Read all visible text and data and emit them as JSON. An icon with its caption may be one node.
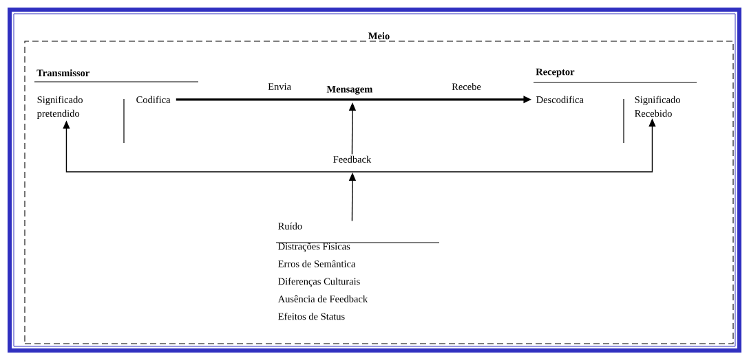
{
  "diagram": {
    "nodes": [
      {
        "text": [
          "Meio"
        ]
      },
      {
        "text": [
          "Significado pretendido"
        ],
        "in": 0
      },
      {
        "text": [
          "Codifica"
        ],
        "in": 0
      },
      {
        "text": [
          "Descodifica"
        ],
        "in": 0
      },
      {
        "text": [
          "Significado Recebido"
        ],
        "in": 0
      },
      {
        "text": [
          "Feedback"
        ],
        "in": 0
      },
      {
        "text": [
          "Ruído",
          "Distrações Físicas",
          "Erros de Semântica",
          "Diferenças Culturais",
          "Ausência de Feedback",
          "Efeitos de Status"
        ],
        "in": 0
      }
    ],
    "edges": [
      {
        "from": 2,
        "to": 3,
        "arrow": "to",
        "style": "thick",
        "label": "Mensagem"
      },
      {
        "from": 5,
        "to": null,
        "arrow": "to"
      },
      {
        "from": 1,
        "to": 4,
        "arrow": "both"
      },
      {
        "from": 6,
        "to": 5,
        "arrow": "to"
      }
    ],
    "labels": [
      "Transmissor",
      "Envia",
      "Recebe",
      "Receptor"
    ]
  }
}
